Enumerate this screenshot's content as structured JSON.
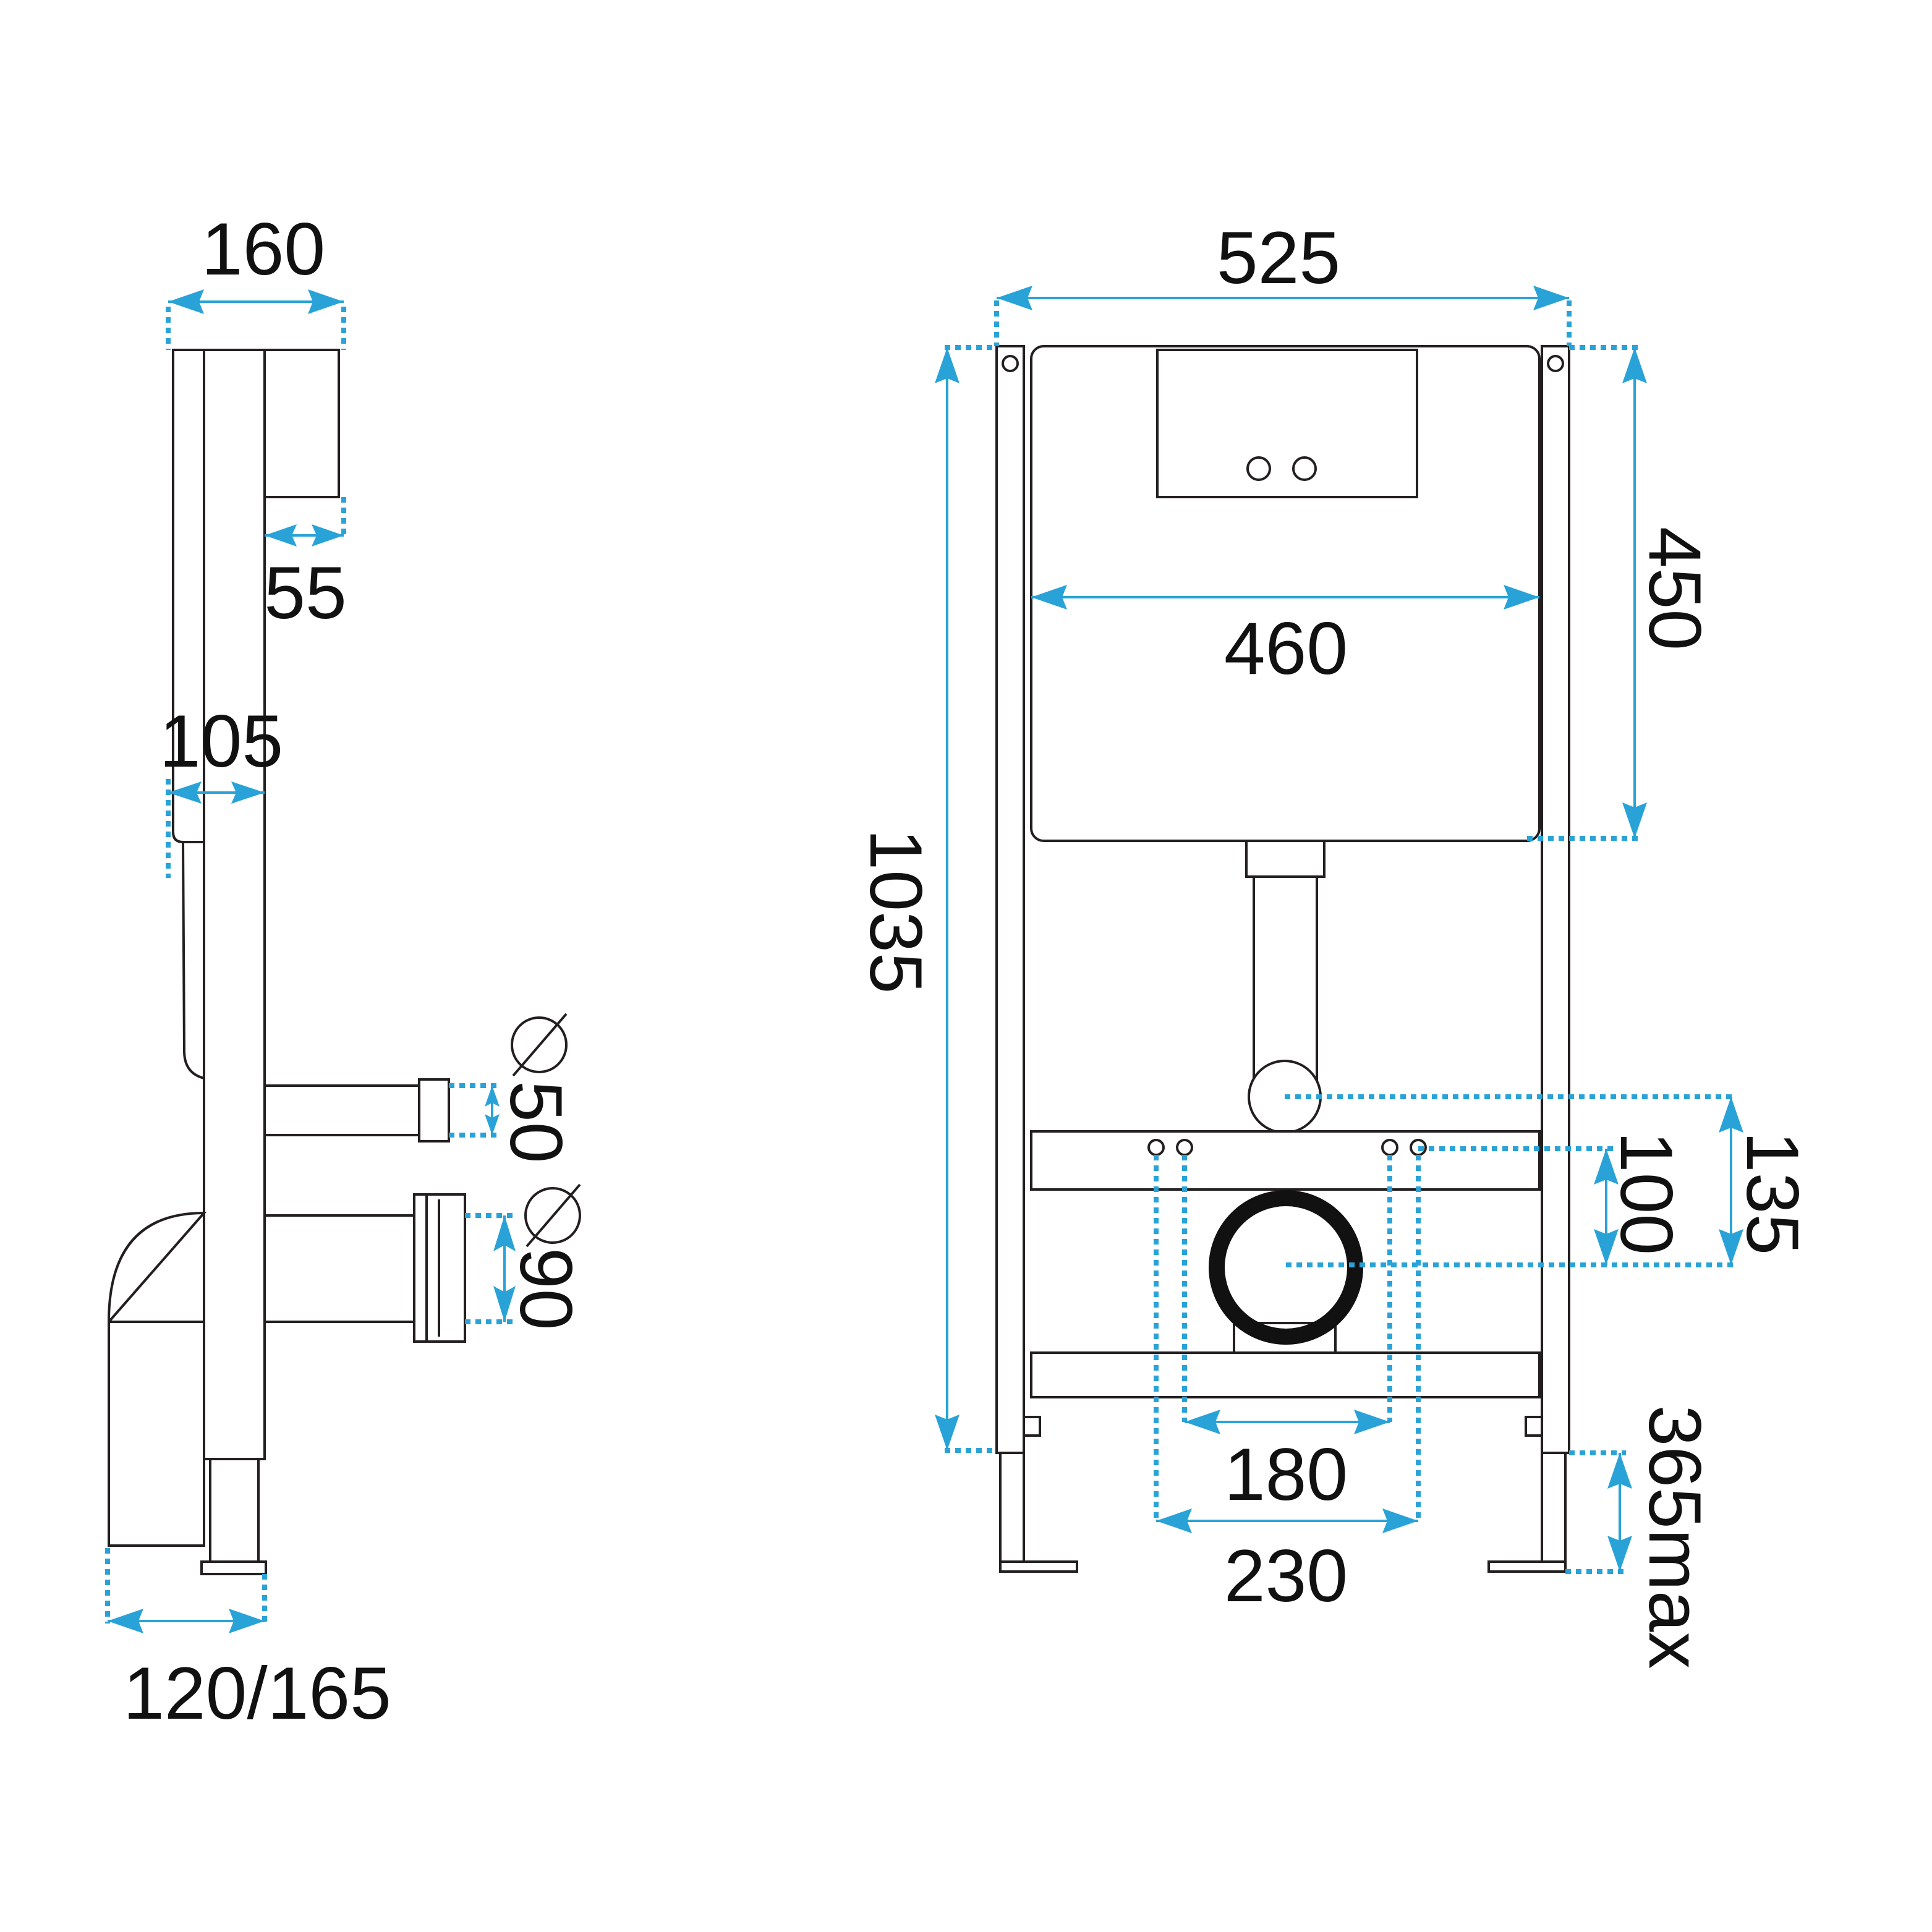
{
  "colors": {
    "outline": "#231f20",
    "dimension": "#29a3d7",
    "text": "#111111",
    "background": "#ffffff"
  },
  "icons": [
    "diameter-symbol"
  ],
  "side_view": {
    "width_total": "160",
    "top_offset": "55",
    "frame_depth": "105",
    "outlet_offset": "120/165",
    "pipe_small_diameter": "50",
    "pipe_large_diameter": "90"
  },
  "front_view": {
    "frame_width": "525",
    "cistern_width": "460",
    "cistern_height": "450",
    "frame_height": "1035",
    "outlet_spacing_upper": "135",
    "outlet_spacing_lower": "100",
    "bolt_distance_inner": "180",
    "bolt_distance_outer": "230",
    "leg_adjustment": "365max"
  }
}
